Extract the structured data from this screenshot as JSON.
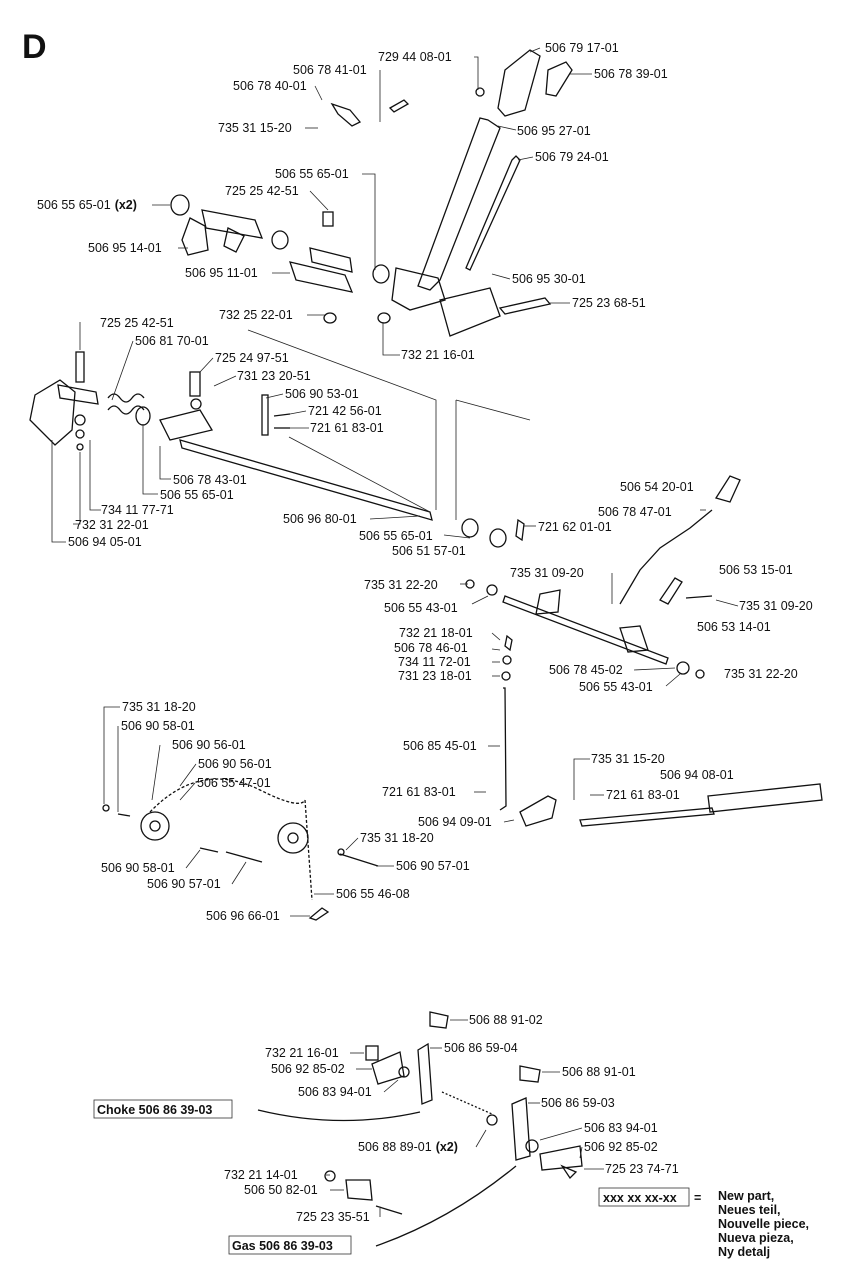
{
  "section_letter": "D",
  "parts": [
    {
      "id": "p1",
      "num": "729 44 08-01"
    },
    {
      "id": "p2",
      "num": "506 79 17-01"
    },
    {
      "id": "p3",
      "num": "506 78 41-01"
    },
    {
      "id": "p4",
      "num": "506 78 39-01"
    },
    {
      "id": "p5",
      "num": "506 78 40-01"
    },
    {
      "id": "p6",
      "num": "735 31 15-20"
    },
    {
      "id": "p7",
      "num": "506 95 27-01"
    },
    {
      "id": "p8",
      "num": "506 79 24-01"
    },
    {
      "id": "p9",
      "num": "506 55 65-01"
    },
    {
      "id": "p10",
      "num": "725 25 42-51"
    },
    {
      "id": "p11",
      "num": "506 55 65-01",
      "suffix": "(x2)"
    },
    {
      "id": "p12",
      "num": "506 95 14-01"
    },
    {
      "id": "p13",
      "num": "506 95 11-01"
    },
    {
      "id": "p14",
      "num": "506 95 30-01"
    },
    {
      "id": "p15",
      "num": "725 23 68-51"
    },
    {
      "id": "p16",
      "num": "732 25 22-01"
    },
    {
      "id": "p17",
      "num": "732 21 16-01"
    },
    {
      "id": "p18",
      "num": "725 25 42-51"
    },
    {
      "id": "p19",
      "num": "506 81 70-01"
    },
    {
      "id": "p20",
      "num": "725 24 97-51"
    },
    {
      "id": "p21",
      "num": "731 23 20-51"
    },
    {
      "id": "p22",
      "num": "506 90 53-01"
    },
    {
      "id": "p23",
      "num": "721 42 56-01"
    },
    {
      "id": "p24",
      "num": "721 61 83-01"
    },
    {
      "id": "p25",
      "num": "506 78 43-01"
    },
    {
      "id": "p26",
      "num": "506 55 65-01"
    },
    {
      "id": "p27",
      "num": "734 11 77-71"
    },
    {
      "id": "p28",
      "num": "732 31 22-01"
    },
    {
      "id": "p29",
      "num": "506 94 05-01"
    },
    {
      "id": "p30",
      "num": "506 96 80-01"
    },
    {
      "id": "p31",
      "num": "506 55 65-01"
    },
    {
      "id": "p32",
      "num": "506 51 57-01"
    },
    {
      "id": "p33",
      "num": "721 62 01-01"
    },
    {
      "id": "p34",
      "num": "506 54 20-01"
    },
    {
      "id": "p35",
      "num": "506 78 47-01"
    },
    {
      "id": "p36",
      "num": "735 31 09-20"
    },
    {
      "id": "p37",
      "num": "506 53 15-01"
    },
    {
      "id": "p38",
      "num": "735 31 22-20"
    },
    {
      "id": "p39",
      "num": "506 55 43-01"
    },
    {
      "id": "p40",
      "num": "735 31 09-20"
    },
    {
      "id": "p41",
      "num": "506 53 14-01"
    },
    {
      "id": "p42",
      "num": "732 21 18-01"
    },
    {
      "id": "p43",
      "num": "506 78 46-01"
    },
    {
      "id": "p44",
      "num": "734 11 72-01"
    },
    {
      "id": "p45",
      "num": "731 23 18-01"
    },
    {
      "id": "p46",
      "num": "506 78 45-02"
    },
    {
      "id": "p47",
      "num": "735 31 22-20"
    },
    {
      "id": "p48",
      "num": "506 55 43-01"
    },
    {
      "id": "p49",
      "num": "735 31 18-20"
    },
    {
      "id": "p50",
      "num": "506 90 58-01"
    },
    {
      "id": "p51",
      "num": "506 90 56-01"
    },
    {
      "id": "p52",
      "num": "506 90 56-01"
    },
    {
      "id": "p53",
      "num": "506 55 47-01"
    },
    {
      "id": "p54",
      "num": "506 85 45-01"
    },
    {
      "id": "p55",
      "num": "735 31 15-20"
    },
    {
      "id": "p56",
      "num": "506 94 08-01"
    },
    {
      "id": "p57",
      "num": "721 61 83-01"
    },
    {
      "id": "p58",
      "num": "721 61 83-01"
    },
    {
      "id": "p59",
      "num": "506 94 09-01"
    },
    {
      "id": "p60",
      "num": "735 31 18-20"
    },
    {
      "id": "p61",
      "num": "506 90 58-01"
    },
    {
      "id": "p62",
      "num": "506 90 57-01"
    },
    {
      "id": "p63",
      "num": "506 90 57-01"
    },
    {
      "id": "p64",
      "num": "506 55 46-08"
    },
    {
      "id": "p65",
      "num": "506 96 66-01"
    },
    {
      "id": "p66",
      "num": "506 88 91-02"
    },
    {
      "id": "p67",
      "num": "732 21 16-01"
    },
    {
      "id": "p68",
      "num": "506 86 59-04"
    },
    {
      "id": "p69",
      "num": "506 92 85-02"
    },
    {
      "id": "p70",
      "num": "506 88 91-01"
    },
    {
      "id": "p71",
      "num": "506 83 94-01"
    },
    {
      "id": "p72",
      "num": "506 86 59-03"
    },
    {
      "id": "p73",
      "num": "506 83 94-01"
    },
    {
      "id": "p74",
      "num": "506 88 89-01",
      "suffix": "(x2)"
    },
    {
      "id": "p75",
      "num": "506 92 85-02"
    },
    {
      "id": "p76",
      "num": "725 23 74-71"
    },
    {
      "id": "p77",
      "num": "732 21 14-01"
    },
    {
      "id": "p78",
      "num": "506 50 82-01"
    },
    {
      "id": "p79",
      "num": "725 23 35-51"
    }
  ],
  "cables": {
    "choke": "Choke 506 86 39-03",
    "gas": "Gas 506 86 39-03"
  },
  "legend": {
    "code": "xxx xx xx-xx",
    "equals": "=",
    "lines": [
      "New part,",
      "Neues teil,",
      "Nouvelle piece,",
      "Nueva pieza,",
      "Ny detalj"
    ]
  }
}
